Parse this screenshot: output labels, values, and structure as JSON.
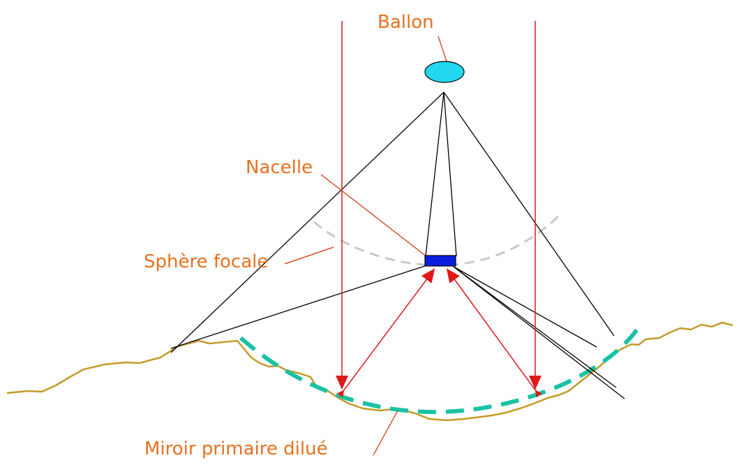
{
  "labels": {
    "balloon": "Ballon",
    "gondola": "Nacelle",
    "focal_sphere": "Sphère focale",
    "primary_mirror": "Miroir primaire dilué"
  },
  "colors": {
    "label_text": "#e8701f",
    "ground": "#c49a28",
    "mirror": "#19c2a4",
    "focal_sphere": "#c8c8c8",
    "balloon_fill": "#22d8f0",
    "gondola_fill": "#0a1ee0",
    "light_rays": "#e01818",
    "cables": "#000000",
    "leader_lines": "#cc3300"
  }
}
